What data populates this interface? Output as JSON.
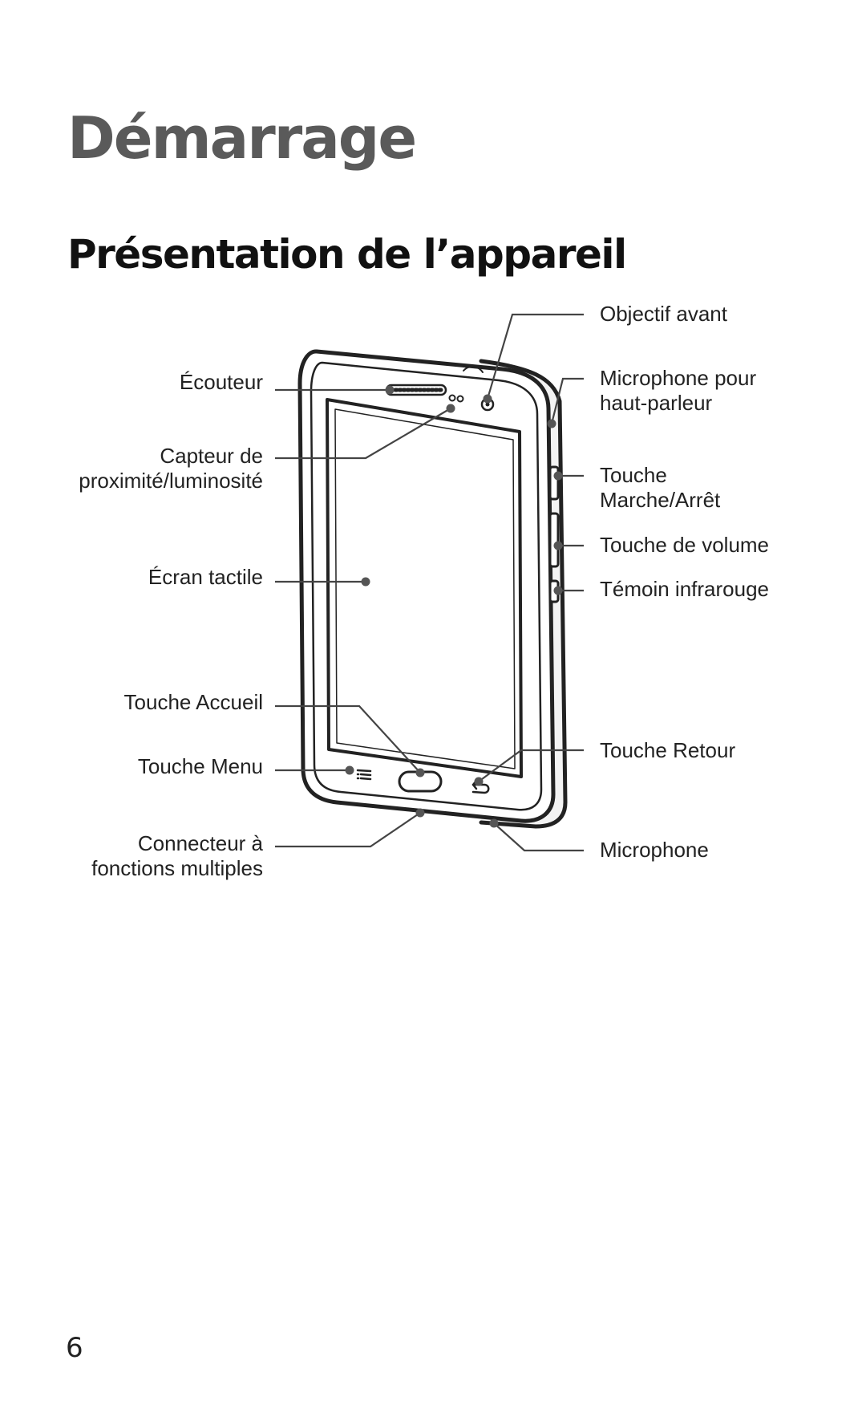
{
  "page": {
    "chapter_title": "Démarrage",
    "section_title": "Présentation de l’appareil",
    "page_number": "6"
  },
  "labels": {
    "ecouteur": "Écouteur",
    "capteur_line1": "Capteur de",
    "capteur_line2": "proximité/luminosité",
    "ecran_tactile": "Écran tactile",
    "touche_accueil": "Touche Accueil",
    "touche_menu": "Touche Menu",
    "connecteur_line1": "Connecteur à",
    "connecteur_line2": "fonctions multiples",
    "objectif_avant": "Objectif avant",
    "microphone_hp_line1": "Microphone pour",
    "microphone_hp_line2": "haut-parleur",
    "touche_marche_line1": "Touche",
    "touche_marche_line2": "Marche/Arrêt",
    "touche_volume": "Touche de volume",
    "temoin_infrarouge": "Témoin infrarouge",
    "touche_retour": "Touche Retour",
    "microphone": "Microphone"
  },
  "icons": {
    "device": "tablet-illustration",
    "menu_key": "menu-icon",
    "back_key": "back-arrow-icon"
  }
}
